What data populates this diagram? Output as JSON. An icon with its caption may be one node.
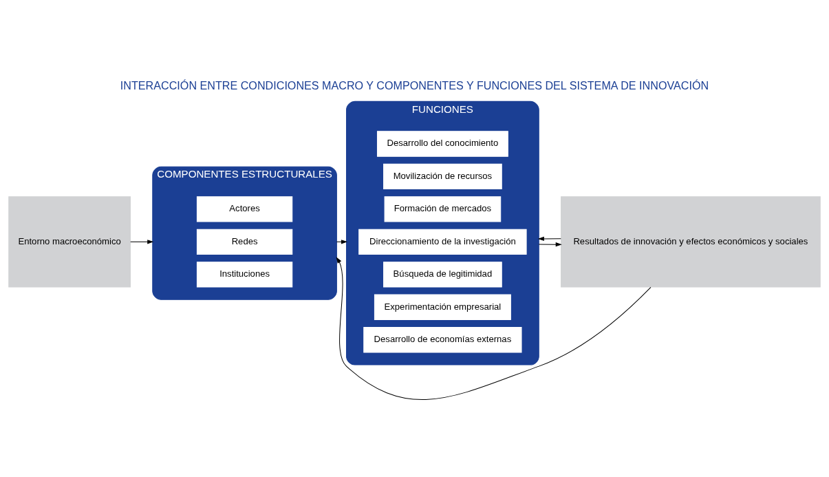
{
  "diagram": {
    "title": "INTERACCIÓN ENTRE CONDICIONES MACRO Y COMPONENTES Y FUNCIONES DEL SISTEMA DE INNOVACIÓN",
    "nodes": [
      {
        "text": [
          "Entorno macroeconómico"
        ]
      },
      {
        "text": [
          "COMPONENTES ESTRUCTURALES"
        ]
      },
      {
        "text": [
          "Actores"
        ],
        "in": 1
      },
      {
        "text": [
          "Redes"
        ],
        "in": 1
      },
      {
        "text": [
          "Instituciones"
        ],
        "in": 1
      },
      {
        "text": [
          "FUNCIONES"
        ]
      },
      {
        "text": [
          "Desarrollo del conocimiento"
        ],
        "in": 5
      },
      {
        "text": [
          "Movilización de recursos"
        ],
        "in": 5
      },
      {
        "text": [
          "Formación de mercados"
        ],
        "in": 5
      },
      {
        "text": [
          "Direccionamiento de la investigación"
        ],
        "in": 5
      },
      {
        "text": [
          "Búsqueda de legitimidad"
        ],
        "in": 5
      },
      {
        "text": [
          "Experimentación empresarial"
        ],
        "in": 5
      },
      {
        "text": [
          "Desarrollo de economías externas"
        ],
        "in": 5
      },
      {
        "text": [
          "Resultados de innovación y efectos económicos y sociales"
        ]
      }
    ],
    "edges": [
      {
        "from": 0,
        "to": 1,
        "arrow": "to"
      },
      {
        "from": 1,
        "to": 5,
        "arrow": "to"
      },
      {
        "from": 5,
        "to": 13,
        "arrow": "to"
      },
      {
        "from": 13,
        "to": 1,
        "arrow": "to"
      },
      {
        "from": 13,
        "to": 5,
        "arrow": "to"
      }
    ]
  }
}
